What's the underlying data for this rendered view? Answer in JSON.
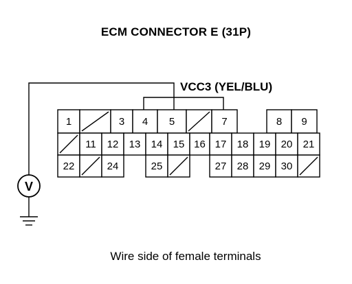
{
  "title": "ECM CONNECTOR E (31P)",
  "signal_label": "VCC3 (YEL/BLU)",
  "caption": "Wire side of female terminals",
  "connector": {
    "rows": [
      [
        "1",
        "/",
        "3",
        "4",
        "5",
        "/",
        "7",
        "",
        "8",
        "9"
      ],
      [
        "/",
        "11",
        "12",
        "13",
        "14",
        "15",
        "16",
        "17",
        "18",
        "19",
        "20",
        "21"
      ],
      [
        "22",
        "/",
        "24",
        "",
        "25",
        "/",
        "",
        "27",
        "28",
        "29",
        "30",
        "/"
      ]
    ]
  },
  "meter": {
    "icon": "voltmeter-icon",
    "symbol": "V"
  },
  "probe_terminal": "5"
}
